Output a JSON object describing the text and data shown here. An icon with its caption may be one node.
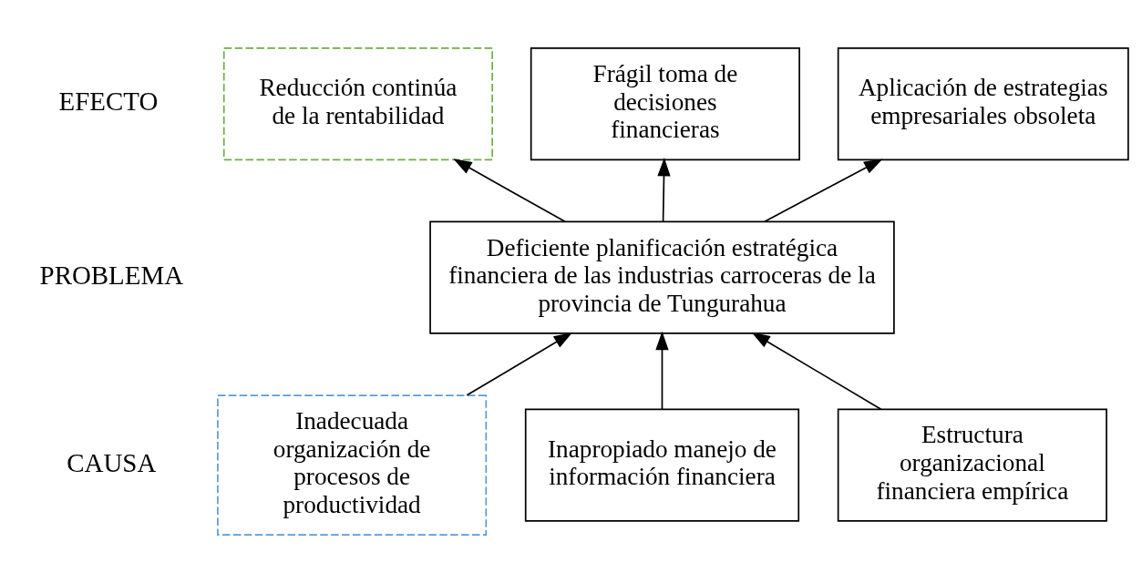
{
  "diagram": {
    "nodes": [
      {
        "text": [
          "Reducción continúa de la rentabilidad"
        ]
      },
      {
        "text": [
          "Frágil toma de decisiones financieras"
        ]
      },
      {
        "text": [
          "Aplicación de estrategias empresariales obsoleta"
        ]
      },
      {
        "text": [
          "Deficiente planificación estratégica financiera de las industrias carroceras de la provincia de Tungurahua"
        ]
      },
      {
        "text": [
          "Inadecuada organización de procesos de productividad"
        ]
      },
      {
        "text": [
          "Inapropiado manejo de información financiera"
        ]
      },
      {
        "text": [
          "Estructura organizacional financiera empírica"
        ]
      }
    ],
    "edges": [
      {
        "from": 3,
        "to": 0,
        "arrow": "to"
      },
      {
        "from": 3,
        "to": 1,
        "arrow": "to"
      },
      {
        "from": 3,
        "to": 2,
        "arrow": "to"
      },
      {
        "from": 4,
        "to": 3,
        "arrow": "to"
      },
      {
        "from": 5,
        "to": 3,
        "arrow": "to"
      },
      {
        "from": 6,
        "to": 3,
        "arrow": "to"
      }
    ],
    "labels": [
      "EFECTO",
      "PROBLEMA",
      "CAUSA"
    ]
  }
}
